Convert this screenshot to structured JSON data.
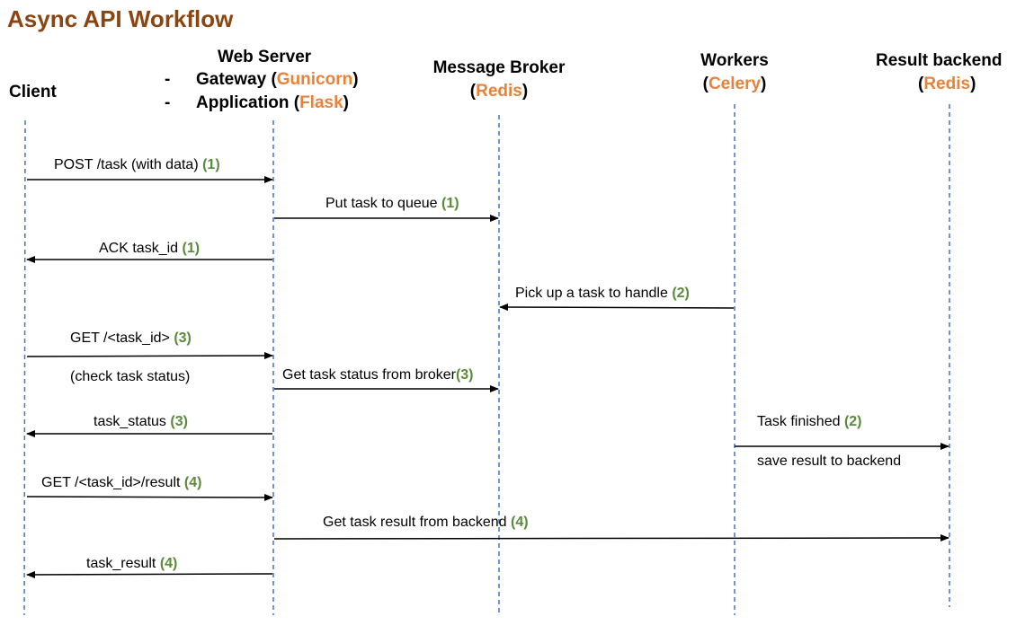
{
  "title": "Async API Workflow",
  "colors": {
    "title": "#8B4513",
    "accent": "#E8823A",
    "step_number": "#5A8A3A",
    "lifeline": "#4472C4",
    "arrow": "#000000"
  },
  "participants": {
    "client": {
      "name": "Client"
    },
    "web_server": {
      "name": "Web Server",
      "bullets": [
        {
          "dash": "-",
          "label": "Gateway",
          "open": "(",
          "tech": "Gunicorn",
          "close": ")"
        },
        {
          "dash": "-",
          "label": "Application",
          "open": "(",
          "tech": "Flask",
          "close": ")"
        }
      ]
    },
    "broker": {
      "name": "Message Broker",
      "open": "(",
      "tech": "Redis",
      "close": ")"
    },
    "workers": {
      "name": "Workers",
      "open": "(",
      "tech": "Celery",
      "close": ")"
    },
    "backend": {
      "name": "Result backend",
      "open": "(",
      "tech": "Redis",
      "close": ")"
    }
  },
  "messages": [
    {
      "text": "POST  /task (with data) ",
      "step": "(1)"
    },
    {
      "text": "Put task to queue ",
      "step": "(1)"
    },
    {
      "text": "ACK task_id ",
      "step": "(1)"
    },
    {
      "text": "Pick up a task to handle ",
      "step": "(2)"
    },
    {
      "text": "GET  /<task_id> ",
      "step": "(3)"
    },
    {
      "text": "(check task status)",
      "step": ""
    },
    {
      "text": "Get task status from broker",
      "step": "(3)"
    },
    {
      "text": "task_status ",
      "step": "(3)"
    },
    {
      "text": "Task finished ",
      "step": "(2)"
    },
    {
      "text": "save result to backend",
      "step": ""
    },
    {
      "text": "GET  /<task_id>/result ",
      "step": "(4)"
    },
    {
      "text": "Get task result from backend ",
      "step": "(4)"
    },
    {
      "text": "task_result ",
      "step": "(4)"
    }
  ]
}
